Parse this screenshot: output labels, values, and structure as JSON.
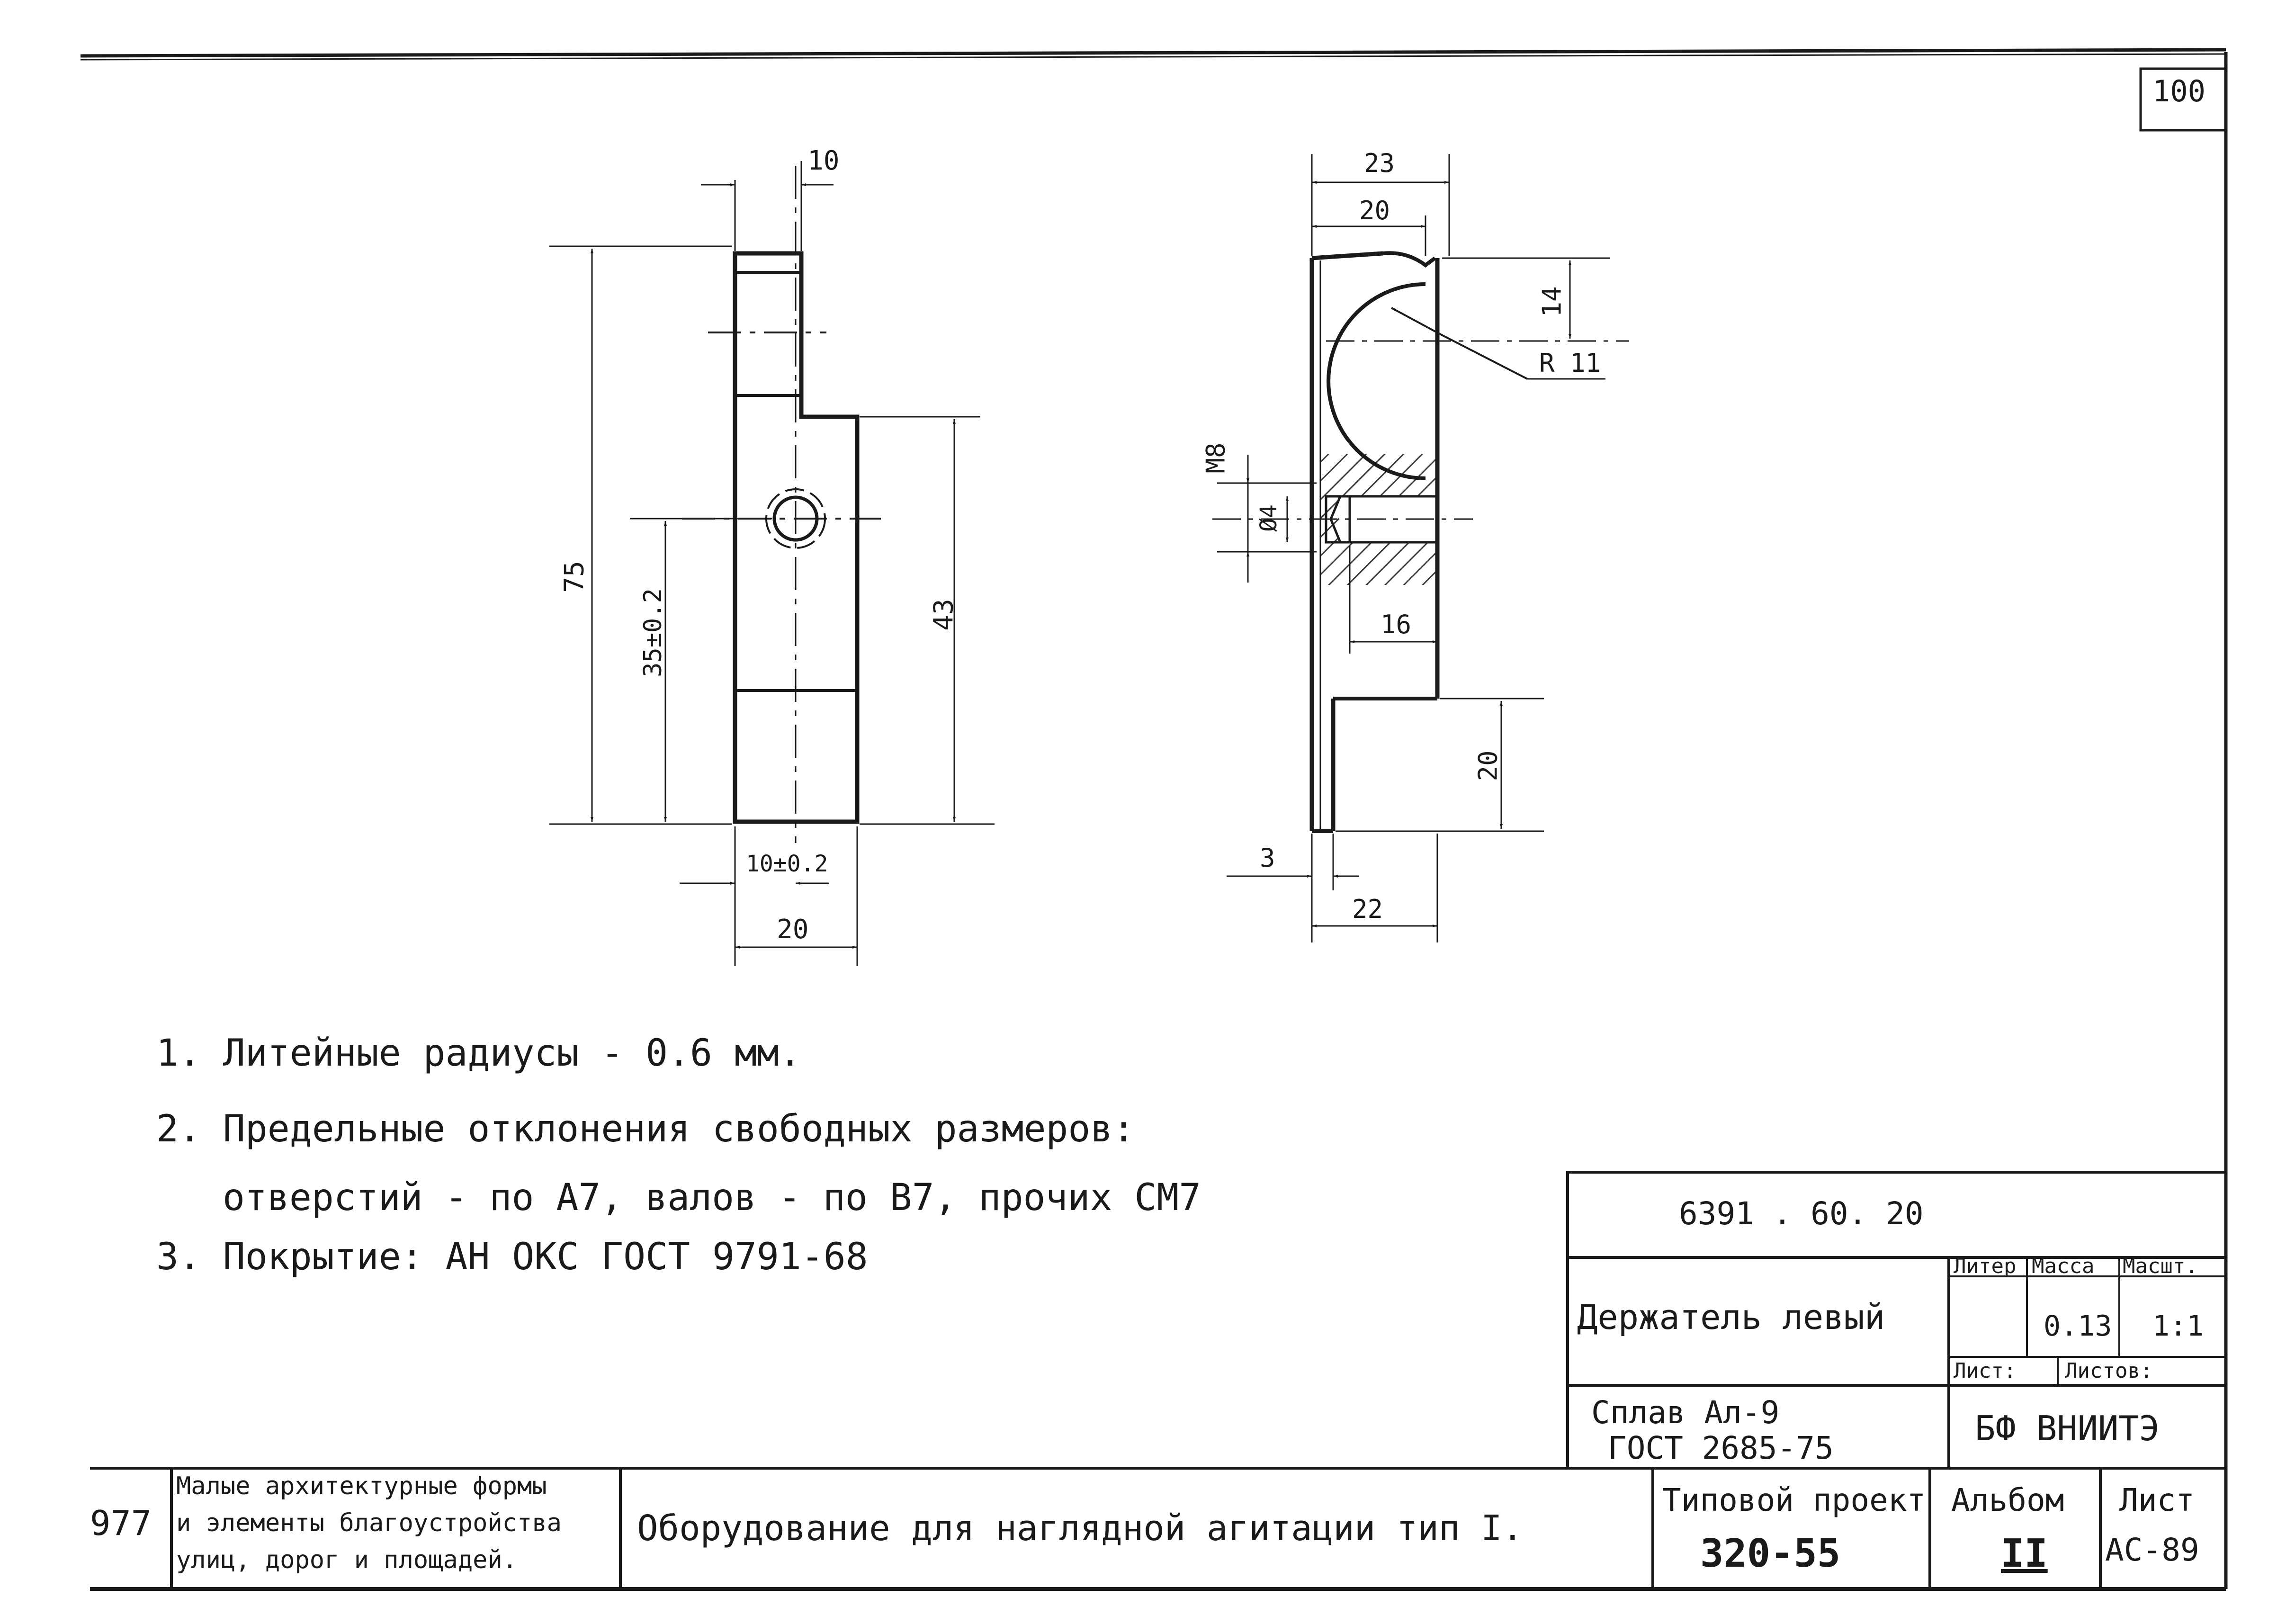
{
  "page_number": "100",
  "archive_number": "977",
  "drawing_number": "6391 . 60. 20",
  "part_name": "Держатель левый",
  "material": {
    "line1": "Сплав Ал-9",
    "line2": "ГОСТ 2685-75"
  },
  "title_block": {
    "liter_label": "Литер",
    "mass_label": "Масса",
    "scale_label": "Масшт.",
    "mass_value": "0.13",
    "scale_value": "1:1",
    "sheet_label": "Лист:",
    "sheets_label": "Листов:",
    "organization": "БФ ВНИИТЭ"
  },
  "footer": {
    "category": [
      "Малые архитектурные формы",
      "и элементы благоустройства",
      "улиц, дорог и площадей."
    ],
    "subject": "Оборудование для наглядной агитации тип I.",
    "project_label": "Типовой проект",
    "project_number": "320-55",
    "album_label": "Альбом",
    "album_number": "II",
    "sheet_label": "Лист",
    "sheet_number": "АС-89"
  },
  "notes": [
    "1.  Литейные радиусы  - 0.6 мм.",
    "2.  Предельные отклонения свободных размеров:",
    "отверстий - по А7, валов - по В7, прочих  СМ7",
    "3.  Покрытие:   АН  ОКС   ГОСТ  9791-68"
  ],
  "dimensions": {
    "front": {
      "top_width": "10",
      "height_total": "75",
      "hole_height": "35±0.2",
      "lower_height": "43",
      "hole_offset": "10±0.2",
      "bottom_width": "20"
    },
    "side": {
      "width_top": "23",
      "width_inner": "20",
      "notch_depth": "14",
      "radius": "R 11",
      "thread": "M8",
      "hole_diameter": "Ø4",
      "thread_depth": "16",
      "slot_height": "20",
      "wall": "3",
      "width_bottom": "22"
    }
  },
  "colors": {
    "ink": "#1a1a1a",
    "hatch": "#3a3a3a",
    "paper": "#ffffff"
  }
}
